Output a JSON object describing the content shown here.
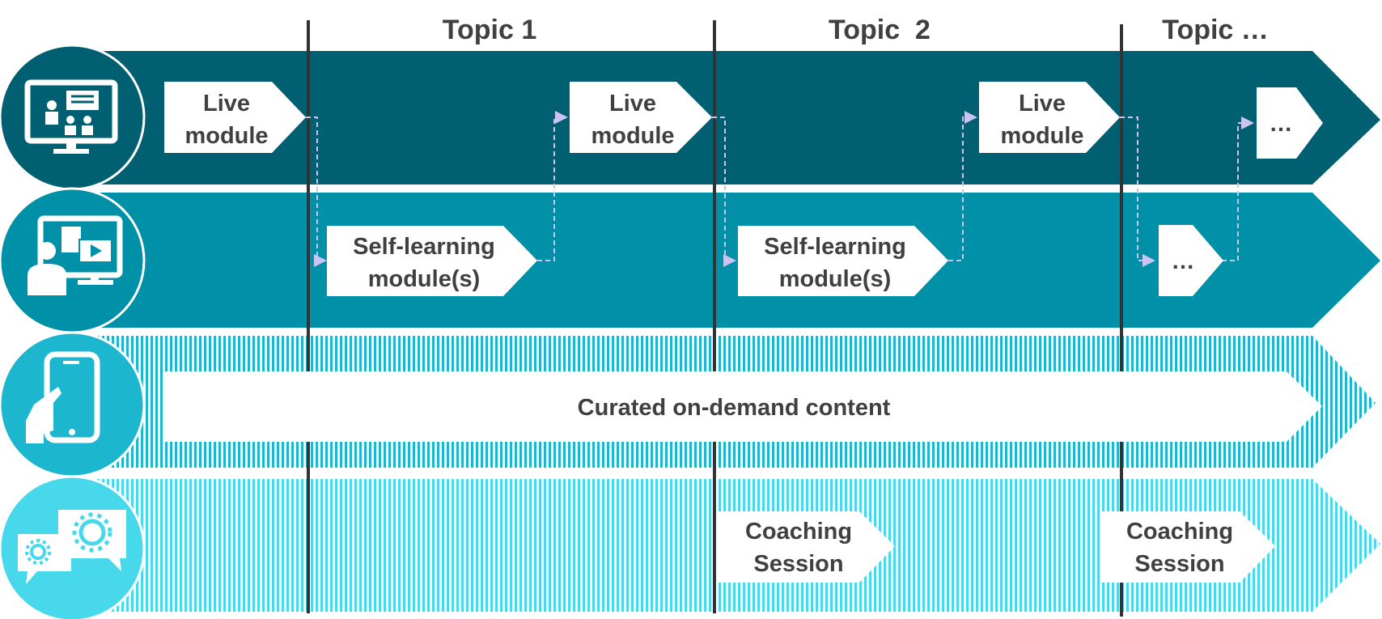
{
  "colors": {
    "lane_live": "#005F70",
    "lane_self": "#0090A8",
    "lane_ondemand": "#1CB6CE",
    "lane_coaching": "#48D8EC",
    "box": "#ffffff",
    "text": "#404040",
    "divider": "#333333",
    "connector": "#C9C4F0"
  },
  "topics": [
    "Topic 1",
    "Topic  2",
    "Topic …"
  ],
  "lanes": [
    {
      "id": "live",
      "icon": "presentation-monitor-icon"
    },
    {
      "id": "self",
      "icon": "elearning-monitor-icon"
    },
    {
      "id": "ondemand",
      "icon": "mobile-phone-icon"
    },
    {
      "id": "coaching",
      "icon": "coaching-chat-icon"
    }
  ],
  "live_row": {
    "box1": {
      "line1": "Live",
      "line2": "module"
    },
    "box2": {
      "line1": "Live",
      "line2": "module"
    },
    "box3": {
      "line1": "Live",
      "line2": "module"
    },
    "box4": {
      "line1": "…"
    }
  },
  "self_row": {
    "box1": {
      "line1": "Self-learning",
      "line2": "module(s)"
    },
    "box2": {
      "line1": "Self-learning",
      "line2": "module(s)"
    },
    "box3": {
      "line1": "…"
    }
  },
  "ondemand_row": {
    "label": "Curated on-demand content"
  },
  "coaching_row": {
    "box1": {
      "line1": "Coaching",
      "line2": "Session"
    },
    "box2": {
      "line1": "Coaching",
      "line2": "Session"
    }
  }
}
